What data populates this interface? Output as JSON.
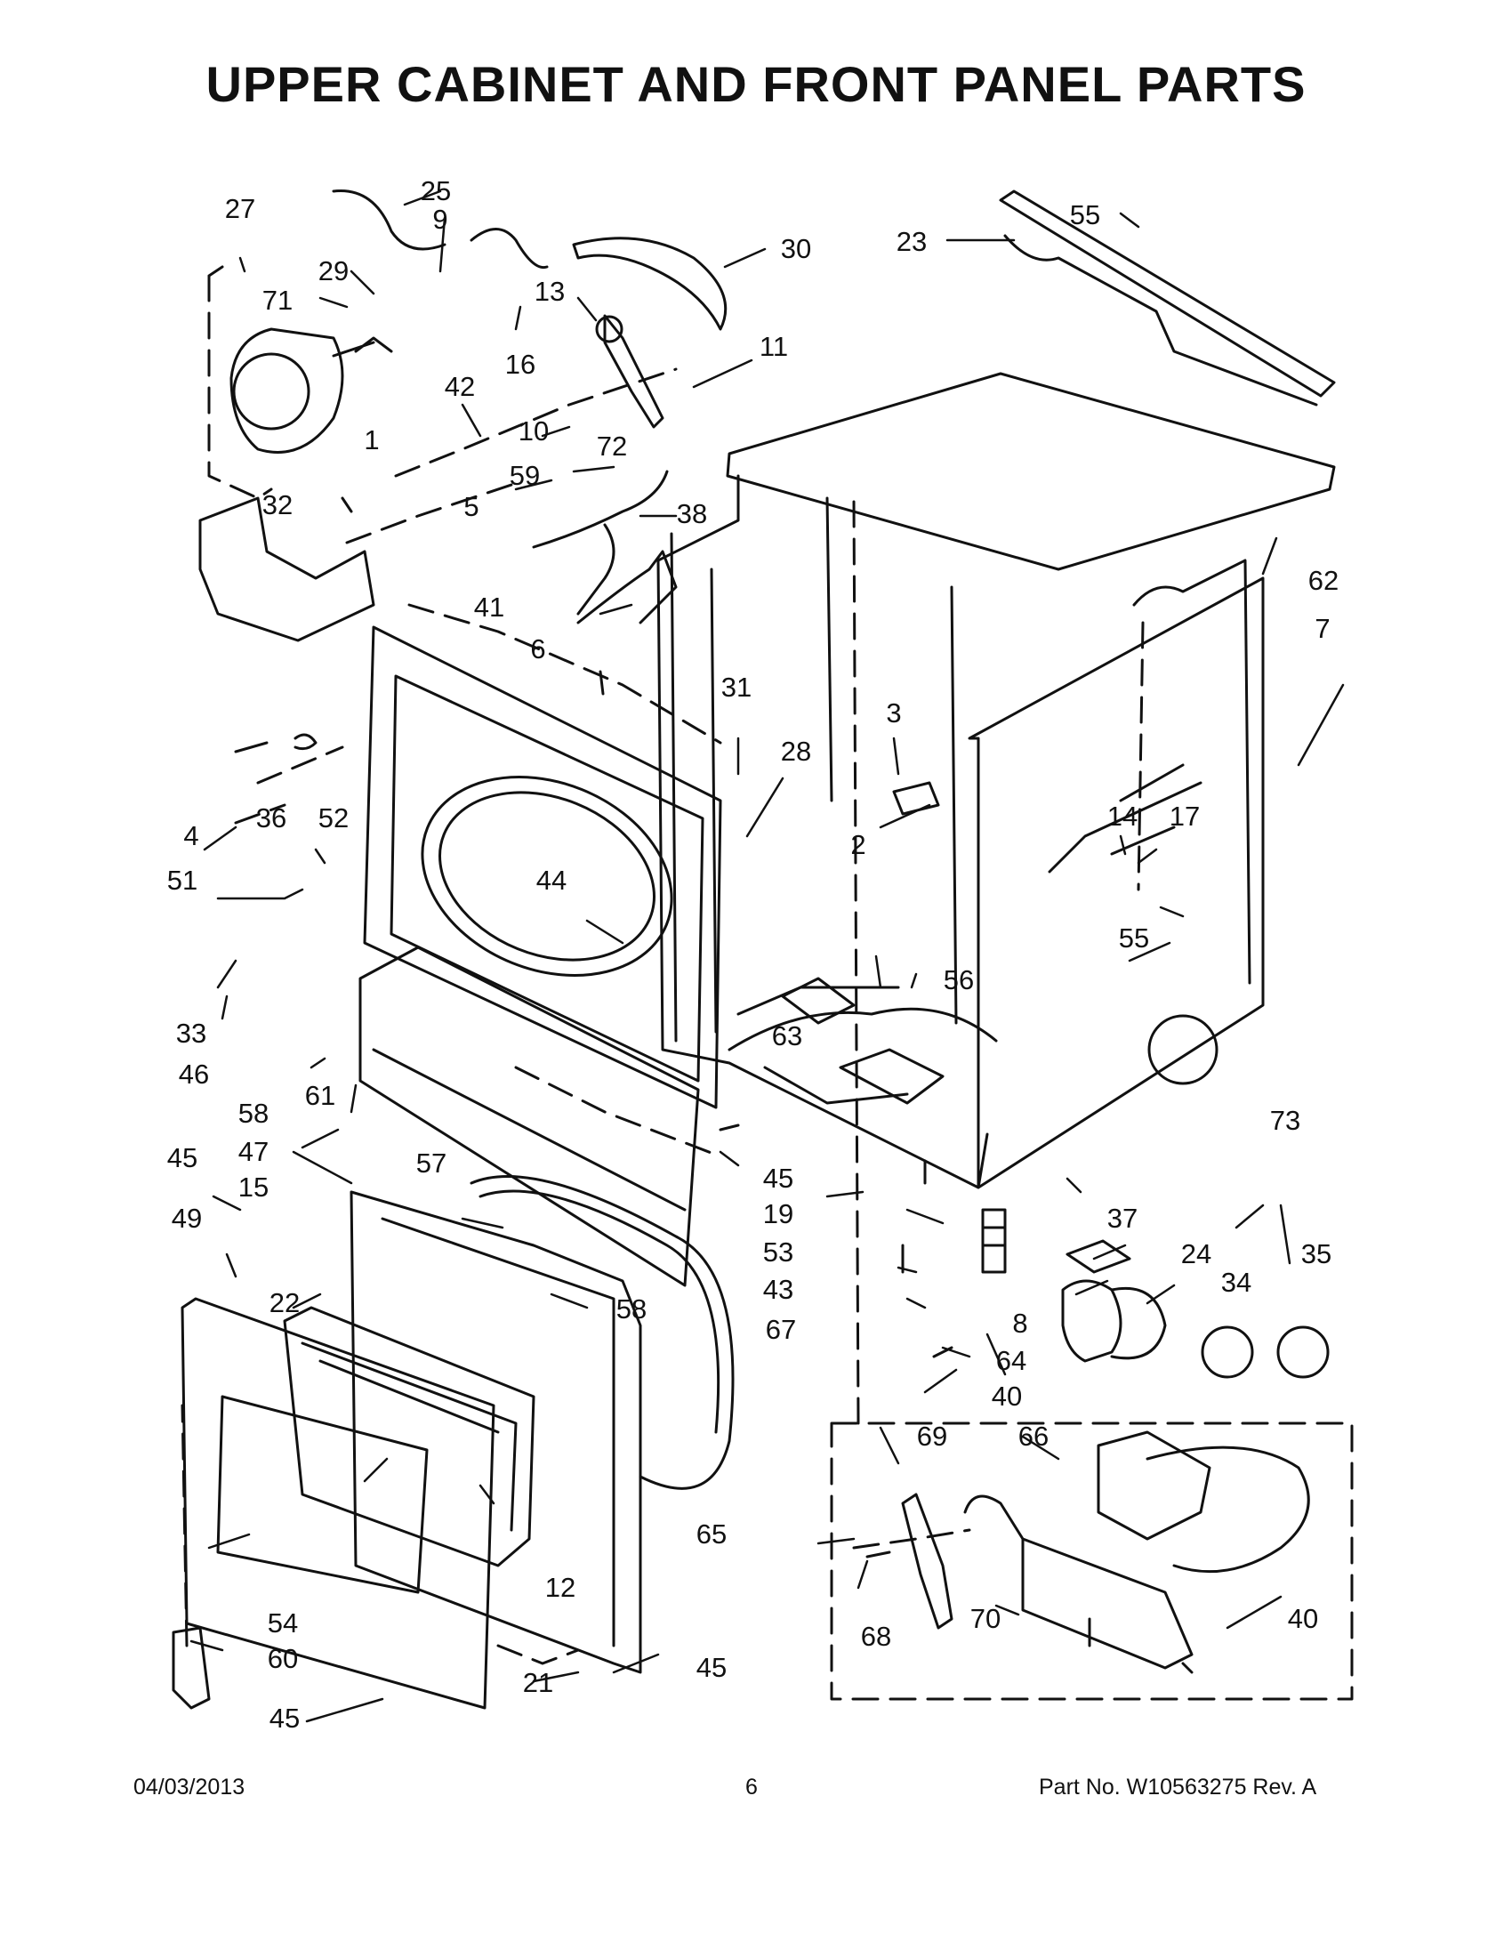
{
  "title": "UPPER CABINET AND FRONT PANEL PARTS",
  "callouts": [
    "25",
    "27",
    "9",
    "29",
    "71",
    "16",
    "13",
    "30",
    "23",
    "55",
    "11",
    "42",
    "1",
    "10",
    "72",
    "59",
    "5",
    "32",
    "38",
    "41",
    "6",
    "62",
    "7",
    "31",
    "3",
    "28",
    "36",
    "52",
    "4",
    "51",
    "2",
    "14",
    "17",
    "55",
    "44",
    "33",
    "46",
    "63",
    "56",
    "61",
    "73",
    "58",
    "47",
    "57",
    "45",
    "15",
    "49",
    "22",
    "45",
    "19",
    "37",
    "24",
    "35",
    "53",
    "43",
    "58",
    "34",
    "67",
    "64",
    "8",
    "40",
    "69",
    "66",
    "65",
    "12",
    "68",
    "70",
    "40",
    "54",
    "60",
    "21",
    "45",
    "45"
  ],
  "footer": {
    "date": "04/03/2013",
    "page": "6",
    "part_no": "Part No.  W10563275  Rev.  A"
  }
}
